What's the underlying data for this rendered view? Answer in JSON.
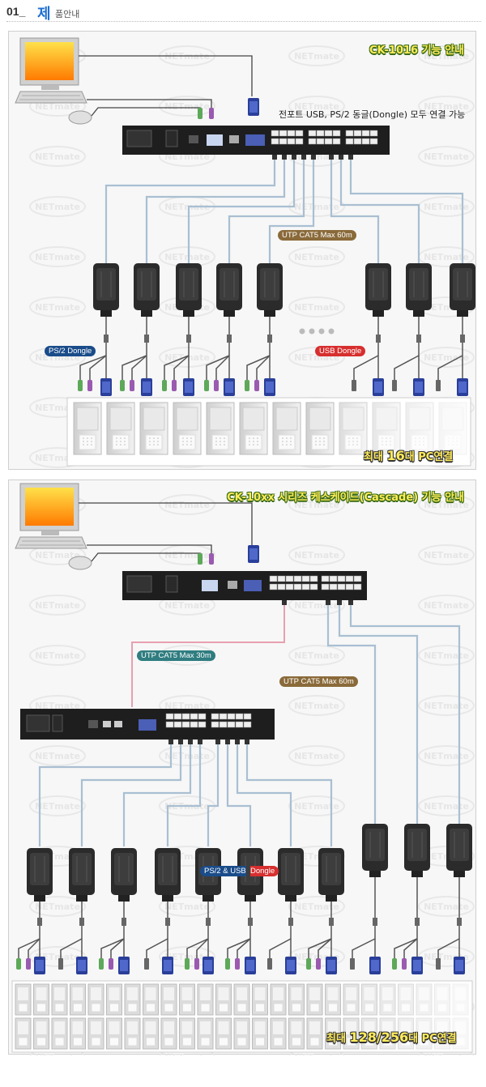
{
  "header": {
    "number": "01_",
    "big_char": "제",
    "rest": "품안내"
  },
  "panel1": {
    "title": "CK-1016 기능 안내",
    "note": "전포트 USB, PS/2 동글(Dongle) 모두 연결 가능",
    "utp_label": "UTP CAT5 Max 60m",
    "ps2_label": "PS/2 Dongle",
    "usb_label": "USB Dongle",
    "bottom_prefix": "최대",
    "bottom_number": "16",
    "bottom_suffix": "대 PC연결"
  },
  "panel2": {
    "title": "CK-10xx 시리즈 케스케이드(Cascade) 기능 안내",
    "utp30_label": "UTP CAT5 Max 30m",
    "utp60_label": "UTP CAT5 Max 60m",
    "dongle_label_a": "PS/2 & USB",
    "dongle_label_b": " Dongle",
    "bottom_prefix": "최대",
    "bottom_number": "128/256",
    "bottom_suffix": "대 PC연결"
  },
  "watermark": "NETmate",
  "colors": {
    "accent_blue": "#1e6fd1",
    "title_yellow": "#ffec5a",
    "title_outline": "#3a6b14",
    "cable": "#a9bfd2"
  }
}
